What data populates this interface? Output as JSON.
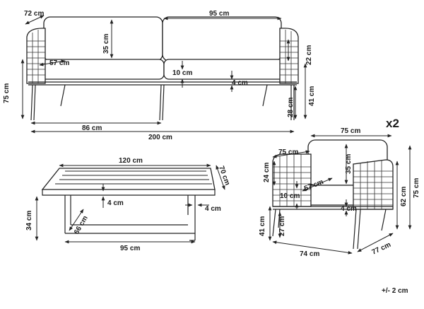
{
  "quantity": "x2",
  "tolerance": "+/- 2 cm",
  "sofa": {
    "depth": "72 cm",
    "seat_width": "95 cm",
    "back_height": "35 cm",
    "arm_height": "22 cm",
    "seat_depth": "57 cm",
    "cushion_thickness": "10 cm",
    "frame_thickness": "4 cm",
    "total_height": "75 cm",
    "seat_height": "41 cm",
    "leg_height": "28 cm",
    "half_width": "86 cm",
    "total_width": "200 cm"
  },
  "table": {
    "length": "120 cm",
    "width": "70 cm",
    "top_thickness": "4 cm",
    "leg_thickness": "4 cm",
    "height": "34 cm",
    "inner_depth": "66 cm",
    "inner_length": "95 cm"
  },
  "chair": {
    "width": "75 cm",
    "inner_width": "75 cm",
    "back_height": "35 cm",
    "arm_height": "24 cm",
    "seat_depth": "57 cm",
    "cushion_thickness": "10 cm",
    "frame_thickness": "4 cm",
    "seat_height": "41 cm",
    "leg_height": "27 cm",
    "arm_total_height": "62 cm",
    "total_height": "75 cm",
    "depth": "74 cm",
    "side_depth": "77 cm"
  }
}
